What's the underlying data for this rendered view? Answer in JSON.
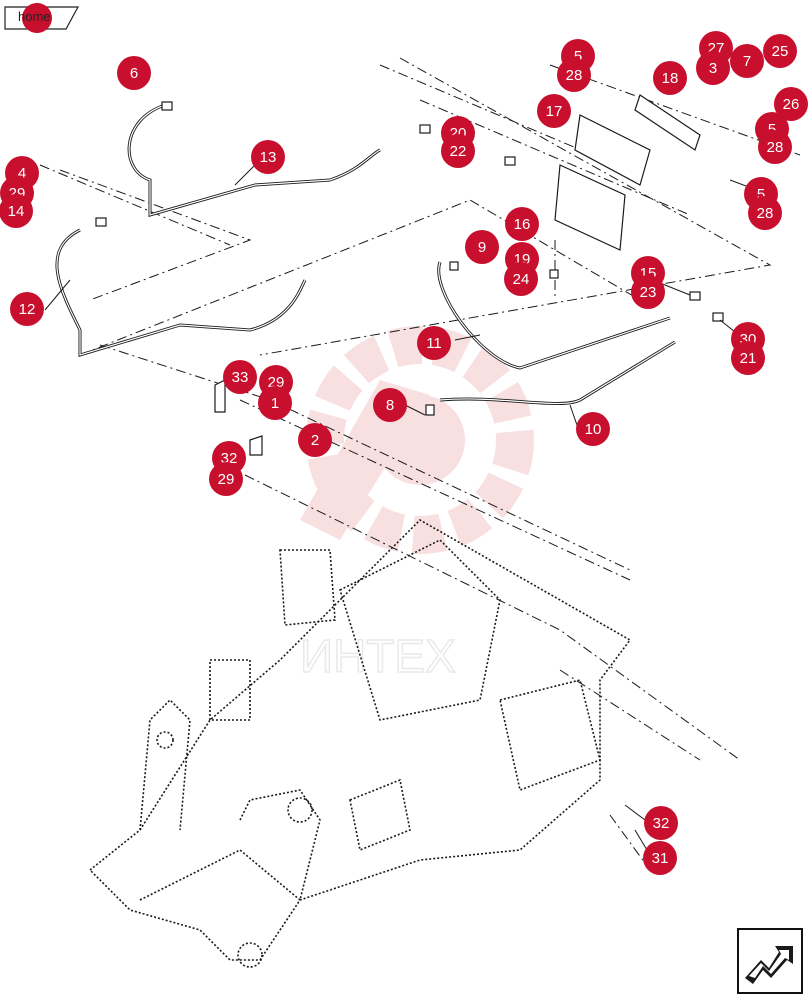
{
  "nav": {
    "home_label": "home"
  },
  "colors": {
    "callout": "#c8102e",
    "line": "#1a1a1a",
    "watermark": "#f3c7c9"
  },
  "watermark_text": "ИНТЕХ",
  "callouts": [
    {
      "label": "6"
    },
    {
      "label": "13"
    },
    {
      "label": "4"
    },
    {
      "label": "29"
    },
    {
      "label": "14"
    },
    {
      "label": "12"
    },
    {
      "label": "5"
    },
    {
      "label": "28"
    },
    {
      "label": "27"
    },
    {
      "label": "3"
    },
    {
      "label": "7"
    },
    {
      "label": "25"
    },
    {
      "label": "18"
    },
    {
      "label": "26"
    },
    {
      "label": "17"
    },
    {
      "label": "5"
    },
    {
      "label": "28"
    },
    {
      "label": "20"
    },
    {
      "label": "22"
    },
    {
      "label": "16"
    },
    {
      "label": "5"
    },
    {
      "label": "28"
    },
    {
      "label": "9"
    },
    {
      "label": "19"
    },
    {
      "label": "24"
    },
    {
      "label": "15"
    },
    {
      "label": "23"
    },
    {
      "label": "30"
    },
    {
      "label": "21"
    },
    {
      "label": "11"
    },
    {
      "label": "33"
    },
    {
      "label": "29"
    },
    {
      "label": "1"
    },
    {
      "label": "8"
    },
    {
      "label": "10"
    },
    {
      "label": "2"
    },
    {
      "label": "32"
    },
    {
      "label": "29"
    },
    {
      "label": "32"
    },
    {
      "label": "31"
    }
  ],
  "icons": {
    "next_page": "arrow-next-icon"
  }
}
